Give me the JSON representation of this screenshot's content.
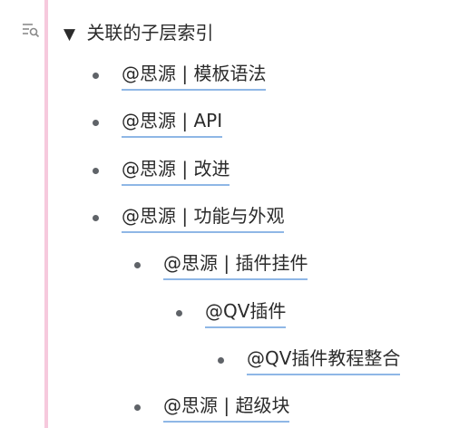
{
  "heading": {
    "toggle_glyph": "▼",
    "title": "关联的子层索引"
  },
  "icons": {
    "gutter": "search-list-icon",
    "bullet": "bullet-dot-icon"
  },
  "colors": {
    "accent_bar": "#f6c9dd",
    "link_underline": "#8fb7e6",
    "text": "#2b2b2b",
    "bullet": "#5f6368"
  },
  "items": [
    {
      "label": "@思源 | 模板语法",
      "depth": 0
    },
    {
      "label": "@思源 | API",
      "depth": 0
    },
    {
      "label": "@思源 | 改进",
      "depth": 0
    },
    {
      "label": "@思源 | 功能与外观",
      "depth": 0
    },
    {
      "label": "@思源 | 插件挂件",
      "depth": 1
    },
    {
      "label": "@QV插件",
      "depth": 2
    },
    {
      "label": "@QV插件教程整合",
      "depth": 3
    },
    {
      "label": "@思源 | 超级块",
      "depth": 1
    }
  ]
}
